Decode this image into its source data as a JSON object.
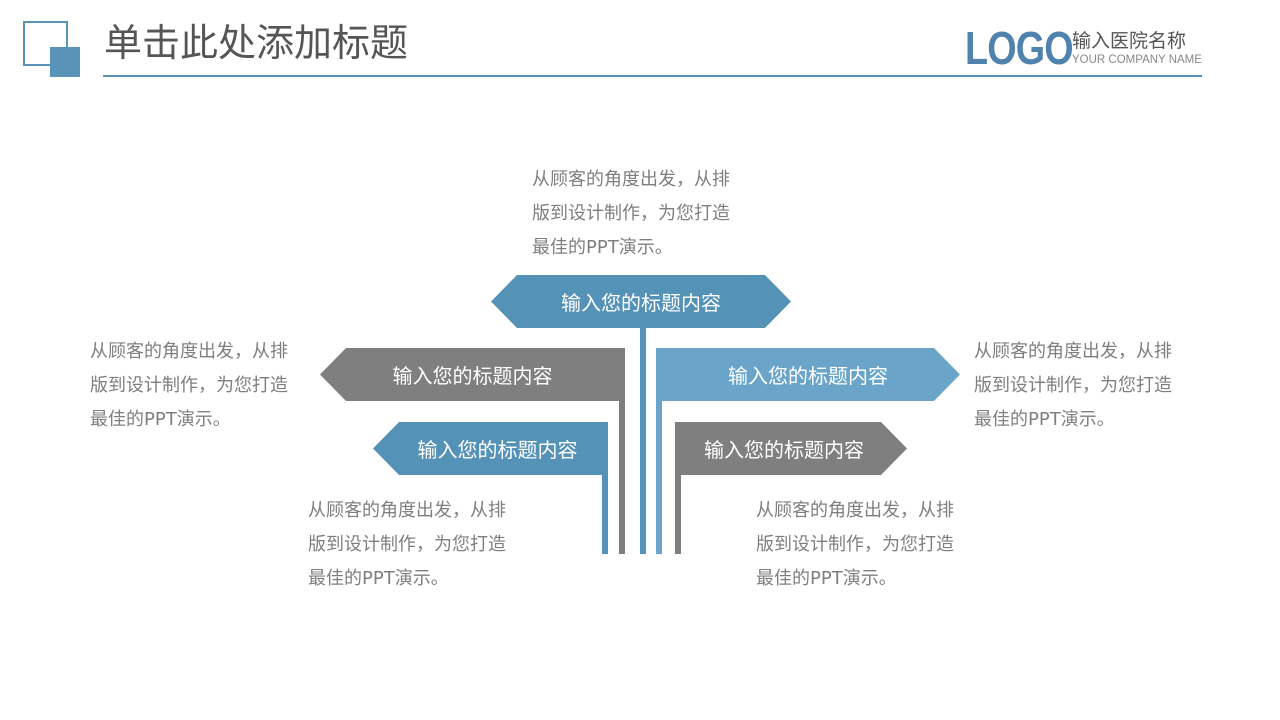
{
  "colors": {
    "blue_dark": "#5592b7",
    "blue_light": "#6aa5c9",
    "gray": "#7f7f7f",
    "accent": "#5a93b8",
    "text_gray": "#7f7f7f"
  },
  "header": {
    "title": "单击此处添加标题",
    "logo": "LOGO",
    "hospital_name": "输入医院名称",
    "company_name": "YOUR COMPANY NAME"
  },
  "diagram": {
    "top": {
      "label": "输入您的标题内容",
      "desc": [
        "从顾客的角度出发，从排",
        "版到设计制作，为您打造",
        "最佳的PPT演示。"
      ]
    },
    "mid_left": {
      "label": "输入您的标题内容",
      "desc": [
        "从顾客的角度出发，从排",
        "版到设计制作，为您打造",
        "最佳的PPT演示。"
      ]
    },
    "mid_right": {
      "label": "输入您的标题内容",
      "desc": [
        "从顾客的角度出发，从排",
        "版到设计制作，为您打造",
        "最佳的PPT演示。"
      ]
    },
    "low_left": {
      "label": "输入您的标题内容",
      "desc": [
        "从顾客的角度出发，从排",
        "版到设计制作，为您打造",
        "最佳的PPT演示。"
      ]
    },
    "low_right": {
      "label": "输入您的标题内容",
      "desc": [
        "从顾客的角度出发，从排",
        "版到设计制作，为您打造",
        "最佳的PPT演示。"
      ]
    }
  }
}
